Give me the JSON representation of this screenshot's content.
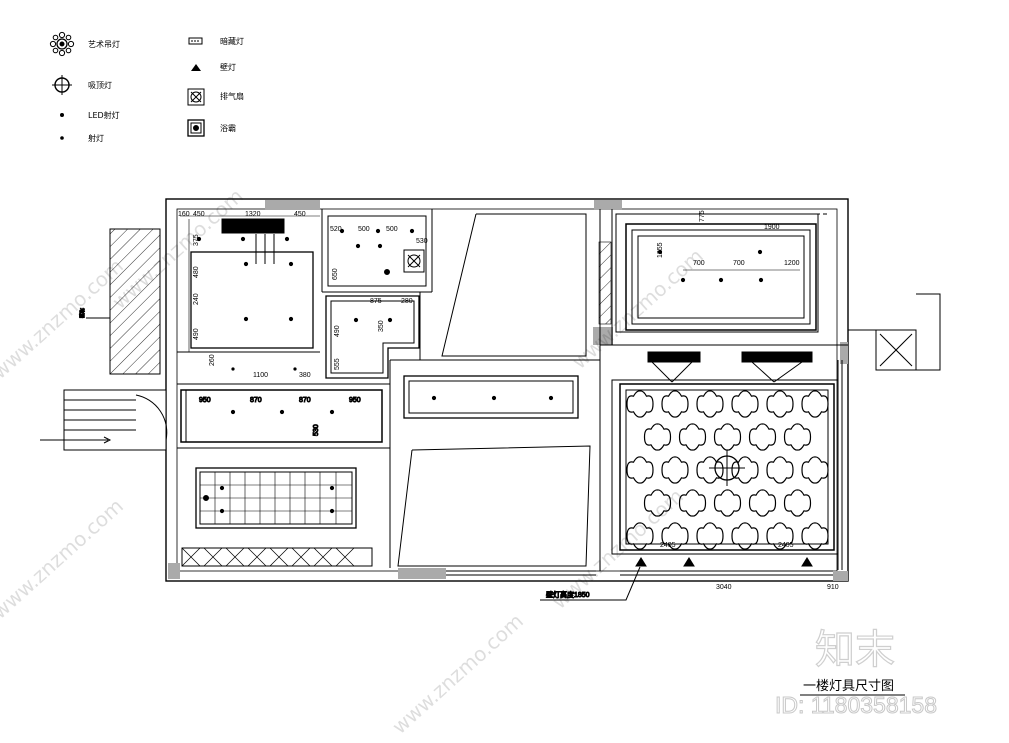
{
  "legend": {
    "items": [
      {
        "label": "艺术吊灯",
        "icon": "chandelier-icon"
      },
      {
        "label": "吸顶灯",
        "icon": "ceiling-light-icon"
      },
      {
        "label": "LED射灯",
        "icon": "led-spotlight-icon"
      },
      {
        "label": "射灯",
        "icon": "spotlight-icon"
      },
      {
        "label": "暗藏灯",
        "icon": "concealed-light-icon"
      },
      {
        "label": "壁灯",
        "icon": "wall-lamp-icon"
      },
      {
        "label": "排气扇",
        "icon": "exhaust-fan-icon"
      },
      {
        "label": "浴霸",
        "icon": "bath-heater-icon"
      }
    ]
  },
  "dimensions": {
    "top_left": [
      "160",
      "450",
      "1320",
      "450"
    ],
    "left_col": [
      "375",
      "480",
      "240",
      "490"
    ],
    "bath": [
      "520",
      "500",
      "500",
      "530",
      "650"
    ],
    "hall": [
      "875",
      "280",
      "490",
      "555",
      "350"
    ],
    "strip": [
      "260",
      "1100",
      "380"
    ],
    "dining": [
      "950",
      "870",
      "870",
      "950",
      "530"
    ],
    "right_room": [
      "775",
      "1255",
      "1900",
      "700",
      "700",
      "1200"
    ],
    "living": [
      "2405",
      "2405"
    ],
    "bottom": [
      "3040",
      "910"
    ]
  },
  "annotations": {
    "wall_lamp_height": "壁灯高度1850",
    "side_note": "地漏"
  },
  "drawing_title": "一楼灯具尺寸图",
  "watermark": {
    "site": "www.znzmo.com",
    "brand": "知末",
    "id": "ID: 1180358158"
  }
}
